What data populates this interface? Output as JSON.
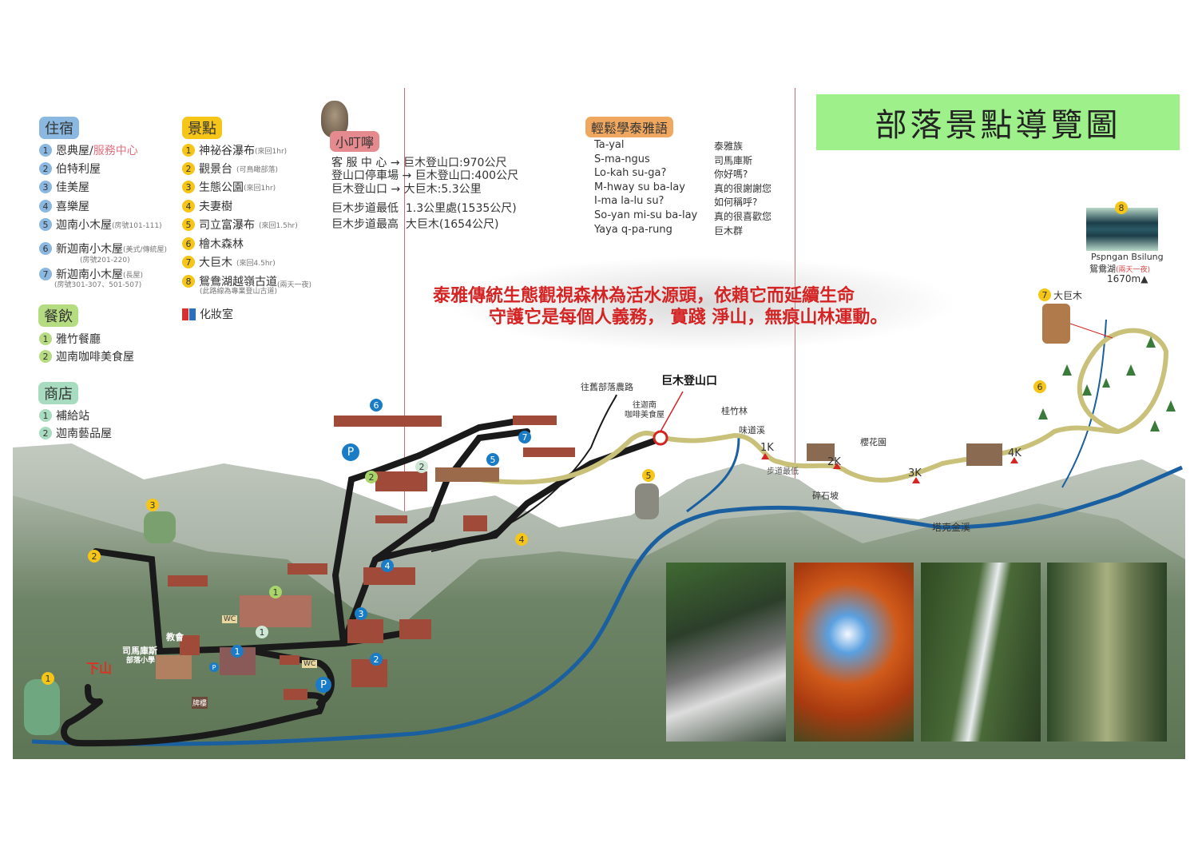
{
  "title": "部落景點導覽圖",
  "slogan": [
    "泰雅傳統生態觀視森林為活水源頭，依賴它而延續生命",
    "守護它是每個人義務， 實踐 淨山，無痕山林運動。"
  ],
  "lodging": {
    "heading": "住宿",
    "items": [
      {
        "n": "1",
        "label": "恩典屋/",
        "extra": "服務中心"
      },
      {
        "n": "2",
        "label": "伯特利屋"
      },
      {
        "n": "3",
        "label": "佳美屋"
      },
      {
        "n": "4",
        "label": "喜樂屋"
      },
      {
        "n": "5",
        "label": "迦南小木屋",
        "note": "(房號101-111)"
      },
      {
        "n": "6",
        "label": "新迦南小木屋",
        "note": "(美式/傳統屋)",
        "sub": "(房號201-220)"
      },
      {
        "n": "7",
        "label": "新迦南小木屋",
        "note": "(長屋)",
        "sub": "(房號301-307、501-507)"
      }
    ]
  },
  "attractions": {
    "heading": "景點",
    "items": [
      {
        "n": "1",
        "label": "神祕谷瀑布",
        "note": "(來回1hr)"
      },
      {
        "n": "2",
        "label": "觀景台",
        "note": "(可鳥瞰部落)"
      },
      {
        "n": "3",
        "label": "生態公園",
        "note": "(來回1hr)"
      },
      {
        "n": "4",
        "label": "夫妻樹"
      },
      {
        "n": "5",
        "label": "司立富瀑布",
        "note": "(來回1.5hr)"
      },
      {
        "n": "6",
        "label": "檜木森林"
      },
      {
        "n": "7",
        "label": "大巨木",
        "note": "(來回4.5hr)"
      },
      {
        "n": "8",
        "label": "鴛鴦湖越嶺古道",
        "note": "(兩天一夜)",
        "sub": "(此路線為專業登山古道)"
      }
    ]
  },
  "restroom": "化妝室",
  "dining": {
    "heading": "餐飲",
    "items": [
      {
        "n": "1",
        "label": "雅竹餐廳"
      },
      {
        "n": "2",
        "label": "迦南咖啡美食屋"
      }
    ]
  },
  "shops": {
    "heading": "商店",
    "items": [
      {
        "n": "1",
        "label": "補給站"
      },
      {
        "n": "2",
        "label": "迦南藝品屋"
      }
    ]
  },
  "tips": {
    "heading": "小叮嚀",
    "rows": [
      {
        "from": "客 服 中 心",
        "to": "巨木登山口:970公尺"
      },
      {
        "from": "登山口停車場",
        "to": "巨木登山口:400公尺"
      },
      {
        "from": "巨木登山口",
        "to": "大巨木:5.3公里"
      }
    ],
    "facts": [
      "巨木步道最低  1.3公里處(1535公尺)",
      "巨木步道最高  大巨木(1654公尺)"
    ]
  },
  "tayal": {
    "heading": "輕鬆學泰雅語",
    "phrases": [
      {
        "t": "Ta-yal",
        "zh": "泰雅族"
      },
      {
        "t": "S-ma-ngus",
        "zh": "司馬庫斯"
      },
      {
        "t": "Lo-kah su-ga?",
        "zh": "你好嗎?"
      },
      {
        "t": "M-hway su ba-lay",
        "zh": "真的很謝謝您"
      },
      {
        "t": "I-ma la-lu su?",
        "zh": "如何稱呼?"
      },
      {
        "t": "So-yan mi-su ba-lay",
        "zh": "真的很喜歡您"
      },
      {
        "t": "Yaya q-pa-rung",
        "zh": "巨木群"
      }
    ]
  },
  "lake": {
    "name": "Pspngan Bsilung",
    "zh": "鴛鴦湖",
    "note": "(兩天一夜)",
    "elev": "1670m▲"
  },
  "map_labels": {
    "trailhead": "巨木登山口",
    "old_road": "往舊部落農路",
    "to_cafe": "往迦南\n咖啡美食屋",
    "bamboo": "桂竹林",
    "stream": "味道溪",
    "lowest": "步道最低",
    "gravel": "碎石坡",
    "sakura": "櫻花園",
    "river": "塔克金溪",
    "big_tree": "大巨木",
    "church": "教會",
    "school1": "司馬庫斯",
    "school2": "部落小學",
    "down": "下山",
    "gate": "牌樓",
    "wc": "WC",
    "k1": "1K",
    "k2": "2K",
    "k3": "3K",
    "k4": "4K",
    "parking": "P"
  },
  "colors": {
    "title_bg": "#9ef08a",
    "lodging": "#8ab8e0",
    "attractions": "#f5c518",
    "dining": "#b5dc80",
    "shops": "#a8dcc0",
    "tips": "#e58a8f",
    "tayal": "#f0a860",
    "slogan": "#d42424",
    "trail": "#c9c07a",
    "river": "#1a5fa0"
  }
}
